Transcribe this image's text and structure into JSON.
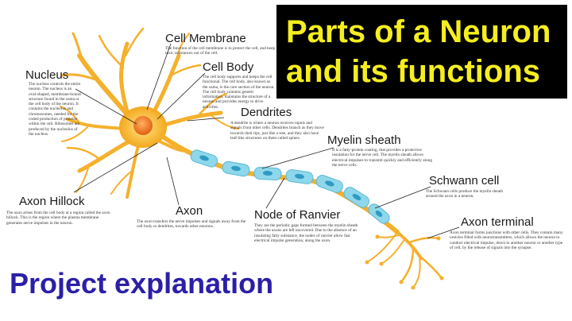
{
  "title": {
    "line1": "Parts of a Neuron",
    "line2": "and its functions"
  },
  "footer": "Project explanation",
  "colors": {
    "title_bg": "#000000",
    "title_text": "#f5ee1f",
    "footer_text": "#2b1fa8",
    "neuron_body": "#f7b733",
    "nucleus": "#f0771d",
    "myelin": "#8fd7ea",
    "myelin_core": "#2f9bc4"
  },
  "labels": {
    "cell_membrane": {
      "name": "Cell Membrane",
      "desc": "The function of the cell membrane is to protect the cell, and keep toxic substances out of the cell."
    },
    "nucleus": {
      "name": "Nucleus",
      "desc": "The nucleus controls the entire neuron. The nucleus is an oval-shaped, membrane-bound structure found in the soma or the cell body of the neuron. It contains the nucleolus and chromosomes, needed for the coded production of proteins within the cell. Ribosomes are produced by the nucleolus of the nucleus."
    },
    "cell_body": {
      "name": "Cell Body",
      "desc": "The cell body supports and keeps the cell functional. The cell body, also known as the soma, is the core section of the neuron. The cell body contains genetic information, maintains the structure of a neuron and provides energy to drive activities."
    },
    "dendrites": {
      "name": "Dendrites",
      "desc": "A dendrite is where a neuron receives inputs and signals from other cells. Dendrites branch as they move towards their tips, just like a tree, and they also have leaf-like structures on them called spines."
    },
    "myelin_sheath": {
      "name": "Myelin sheath",
      "desc": "It is a fatty-protein coating, that provides a protective insulation for the nerve cell. The myelin sheath allows electrical impulses to transmit quickly and efficiently along the nerve cells."
    },
    "schwann_cell": {
      "name": "Schwann cell",
      "desc": "The Schwann cells produce the myelin sheath around the axon in a neuron."
    },
    "axon_hillock": {
      "name": "Axon Hillock",
      "desc": "The axon arises from the cell body at a region called the axon hillock. This is the region where the plasma membrane generates nerve impulses in the neuron."
    },
    "axon": {
      "name": "Axon",
      "desc": "The axon transfers the nerve impulses and signals away from the cell body or dendrites, towards other neurons."
    },
    "node_of_ranvier": {
      "name": "Node of Ranvier",
      "desc": "They are the periodic gaps formed between the myelin sheath where the axons are left uncovered. Due to the absence of an insulating fatty substance, the nodes of ranvier allow fast electrical impulse generation, along the axon."
    },
    "axon_terminal": {
      "name": "Axon terminal",
      "desc": "Axon terminal forms junctions with other cells. They contain many vesicles filled with neurotransmitters, which allows the neuron to conduct electrical impulse, down to another neuron or another type of cell, by the release of signals into the synapse."
    }
  }
}
